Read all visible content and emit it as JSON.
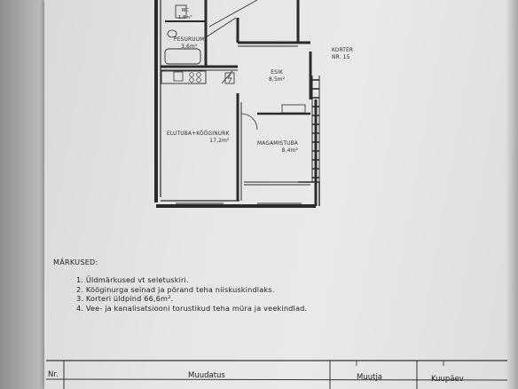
{
  "plan": {
    "rooms": [
      {
        "id": "wc",
        "name": "WC",
        "area": "1,8m²"
      },
      {
        "id": "bath",
        "name": "PESURUUM",
        "area": "3,6m²"
      },
      {
        "id": "hall",
        "name": "ESIK",
        "area": "8,5m²"
      },
      {
        "id": "living",
        "name": "ELUTUBA+KÖÖGINURK",
        "area": "17,2m²"
      },
      {
        "id": "bedroom",
        "name": "MAGAMISTUBA",
        "area": "8,4m²"
      }
    ],
    "neighbour": {
      "line1": "KORTER",
      "line2": "NR. 15"
    }
  },
  "notes": {
    "title": "MÄRKUSED:",
    "items": [
      "1. Üldmärkused vt seletuskiri.",
      "2. Kööginurga seinad ja põrand teha niiskuskindlaks.",
      "3. Korteri üldpind 66,6m².",
      "4. Vee- ja kanalisatsiooni torustikud teha müra ja veekindlad."
    ]
  },
  "title_block": {
    "nr": "Nr.",
    "change": "Muudatus",
    "author": "Muutja",
    "date": "Kuupäev"
  }
}
